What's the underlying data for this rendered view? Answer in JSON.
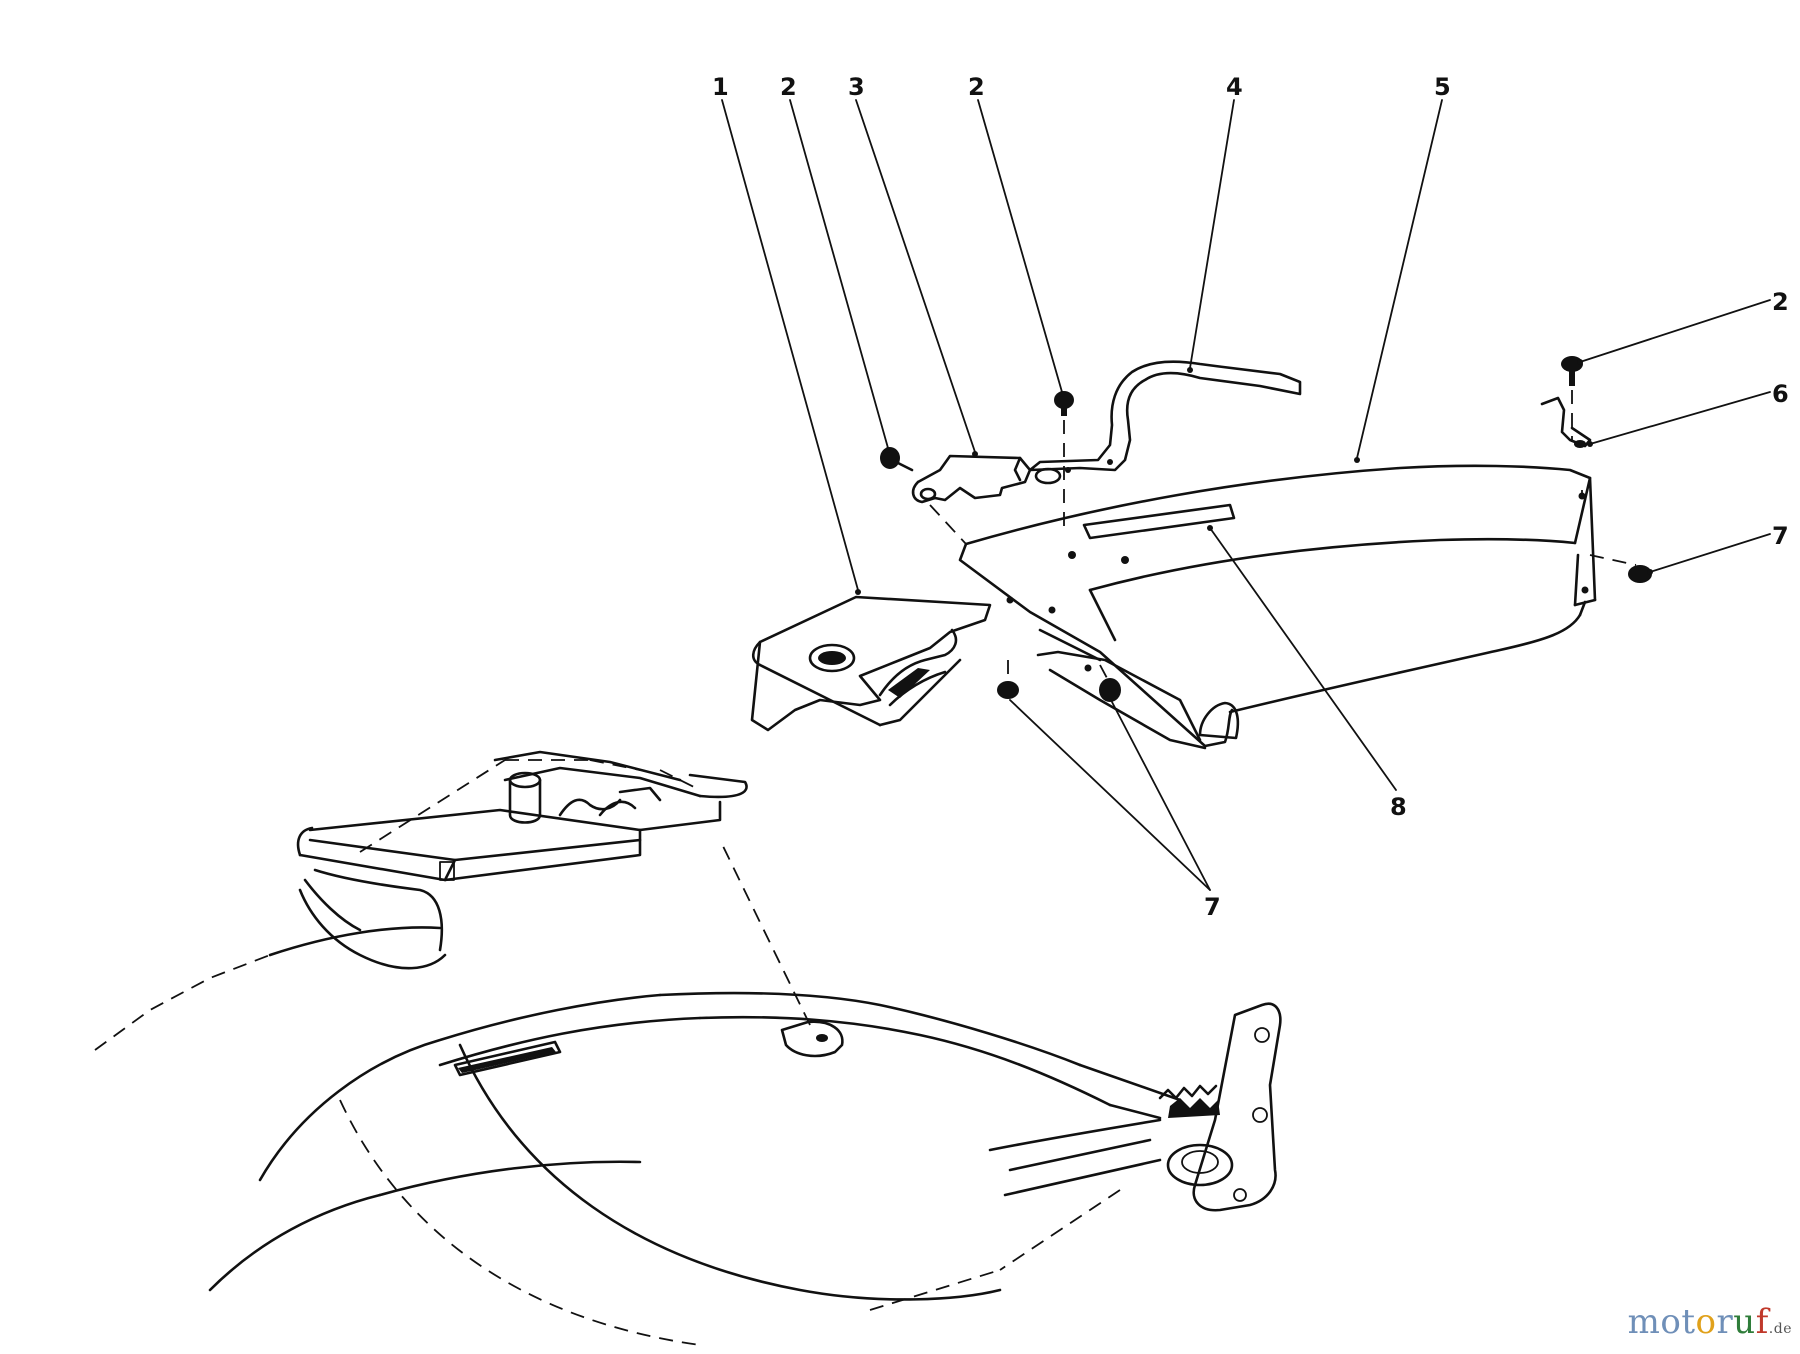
{
  "callouts": [
    {
      "id": "c1",
      "label": "1"
    },
    {
      "id": "c2a",
      "label": "2"
    },
    {
      "id": "c3",
      "label": "3"
    },
    {
      "id": "c2b",
      "label": "2"
    },
    {
      "id": "c4",
      "label": "4"
    },
    {
      "id": "c5",
      "label": "5"
    },
    {
      "id": "c2c",
      "label": "2"
    },
    {
      "id": "c6",
      "label": "6"
    },
    {
      "id": "c7a",
      "label": "7"
    },
    {
      "id": "c8",
      "label": "8"
    },
    {
      "id": "c7b",
      "label": "7"
    }
  ],
  "watermark": {
    "brand_start": "mot",
    "brand_o": "o",
    "brand_r": "r",
    "brand_u": "u",
    "brand_f": "f",
    "tld": ".de"
  }
}
